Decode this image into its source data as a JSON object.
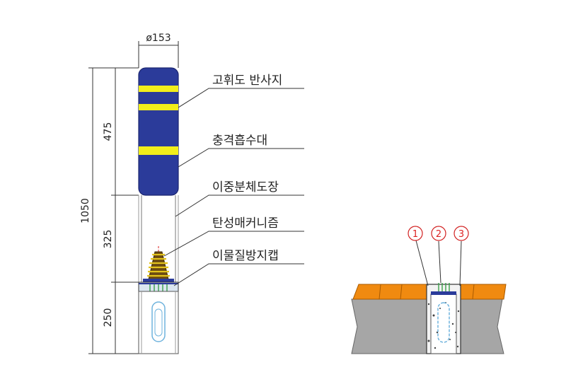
{
  "diameter_label": "ø153",
  "total_height_label": "1050",
  "segment_labels": [
    "475",
    "325",
    "250"
  ],
  "callouts": [
    "고휘도 반사지",
    "충격흡수대",
    "이중분체도장",
    "탄성매커니즘",
    "이물질방지캡"
  ],
  "section_markers": [
    "1",
    "2",
    "3"
  ],
  "colors": {
    "body_blue": "#2b3b9a",
    "reflective_yellow": "#f2ee1a",
    "ground_orange": "#f08a10",
    "ground_gray": "#a6a6a6",
    "marker_red": "#d22222"
  }
}
